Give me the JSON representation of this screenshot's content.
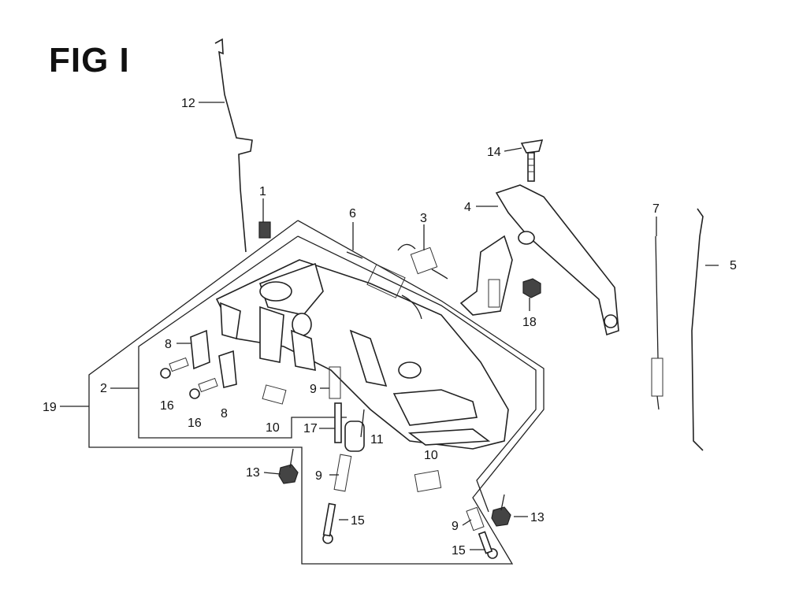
{
  "figure": {
    "title": "FIG I"
  },
  "callouts": {
    "c1": "1",
    "c2": "2",
    "c3": "3",
    "c4": "4",
    "c5": "5",
    "c6": "6",
    "c7": "7",
    "c8a": "8",
    "c8b": "8",
    "c9a": "9",
    "c9b": "9",
    "c9c": "9",
    "c10a": "10",
    "c10b": "10",
    "c11": "11",
    "c12": "12",
    "c13a": "13",
    "c13b": "13",
    "c14": "14",
    "c15a": "15",
    "c15b": "15",
    "c16a": "16",
    "c16b": "16",
    "c17": "17",
    "c18": "18",
    "c19": "19"
  }
}
